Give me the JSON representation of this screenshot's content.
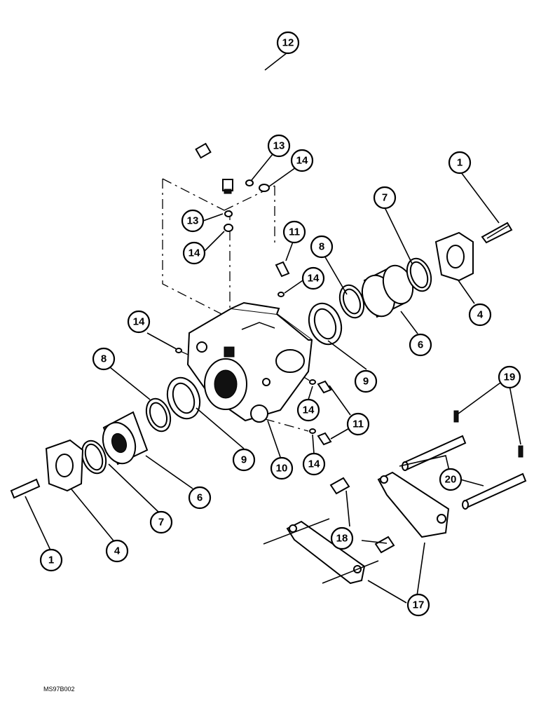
{
  "figure_code": "MS97B002",
  "callouts": [
    {
      "id": "c12",
      "label": "12"
    },
    {
      "id": "c13a",
      "label": "13"
    },
    {
      "id": "c14a",
      "label": "14"
    },
    {
      "id": "c13b",
      "label": "13"
    },
    {
      "id": "c14b",
      "label": "14"
    },
    {
      "id": "c11a",
      "label": "11"
    },
    {
      "id": "c14c",
      "label": "14"
    },
    {
      "id": "c8a",
      "label": "8"
    },
    {
      "id": "c7a",
      "label": "7"
    },
    {
      "id": "c1a",
      "label": "1"
    },
    {
      "id": "c4a",
      "label": "4"
    },
    {
      "id": "c6a",
      "label": "6"
    },
    {
      "id": "c9a",
      "label": "9"
    },
    {
      "id": "c14d",
      "label": "14"
    },
    {
      "id": "c8b",
      "label": "8"
    },
    {
      "id": "c14e",
      "label": "14"
    },
    {
      "id": "c11b",
      "label": "11"
    },
    {
      "id": "c9b",
      "label": "9"
    },
    {
      "id": "c10",
      "label": "10"
    },
    {
      "id": "c14f",
      "label": "14"
    },
    {
      "id": "c19",
      "label": "19"
    },
    {
      "id": "c20",
      "label": "20"
    },
    {
      "id": "c6b",
      "label": "6"
    },
    {
      "id": "c7b",
      "label": "7"
    },
    {
      "id": "c4b",
      "label": "4"
    },
    {
      "id": "c1b",
      "label": "1"
    },
    {
      "id": "c18",
      "label": "18"
    },
    {
      "id": "c17",
      "label": "17"
    }
  ]
}
